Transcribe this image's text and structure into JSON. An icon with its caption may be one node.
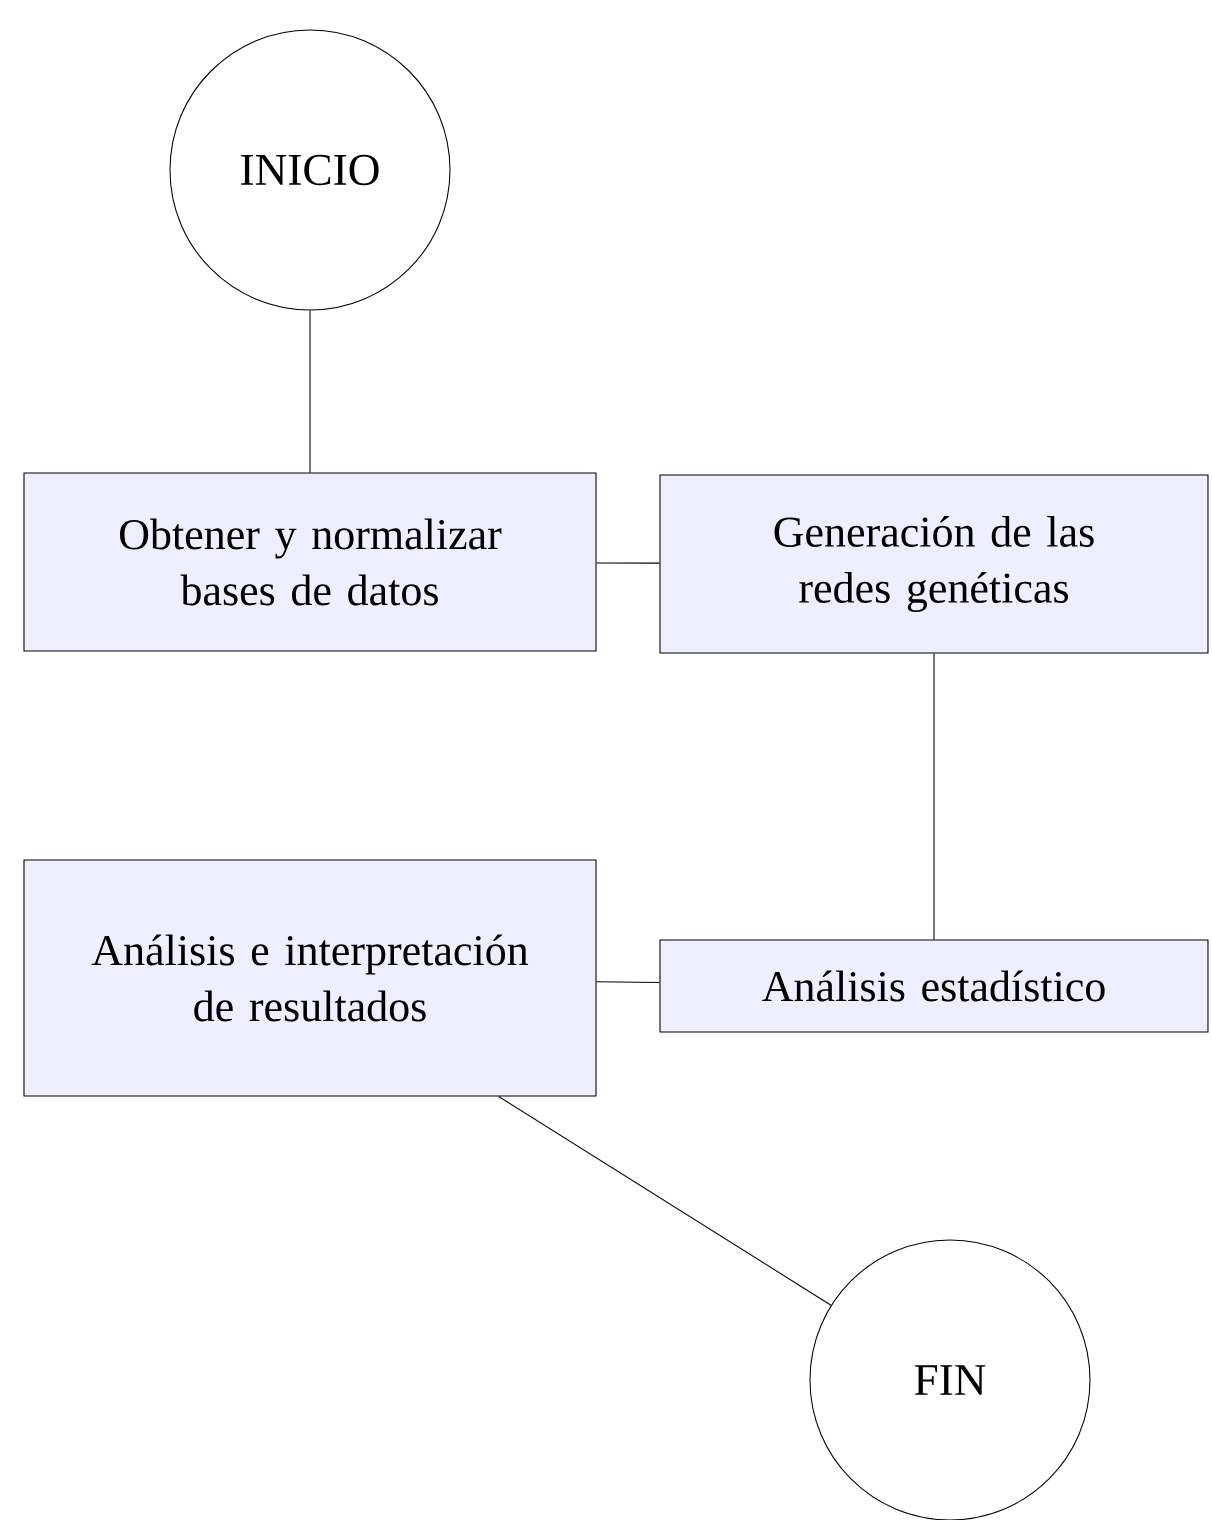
{
  "diagram": {
    "nodes": [
      {
        "text": [
          "INICIO"
        ]
      },
      {
        "text": [
          "Obtener y normalizar bases de datos"
        ]
      },
      {
        "text": [
          "Generación de las redes genéticas"
        ]
      },
      {
        "text": [
          "Análisis estadístico"
        ]
      },
      {
        "text": [
          "Análisis e interpretación de resultados"
        ]
      },
      {
        "text": [
          "FIN"
        ]
      }
    ],
    "edges": [
      {
        "from": 0,
        "to": 1,
        "arrow": "none"
      },
      {
        "from": 1,
        "to": 2,
        "arrow": "none"
      },
      {
        "from": 2,
        "to": 3,
        "arrow": "none"
      },
      {
        "from": 3,
        "to": 4,
        "arrow": "none"
      },
      {
        "from": 4,
        "to": 5,
        "arrow": "none"
      }
    ]
  }
}
